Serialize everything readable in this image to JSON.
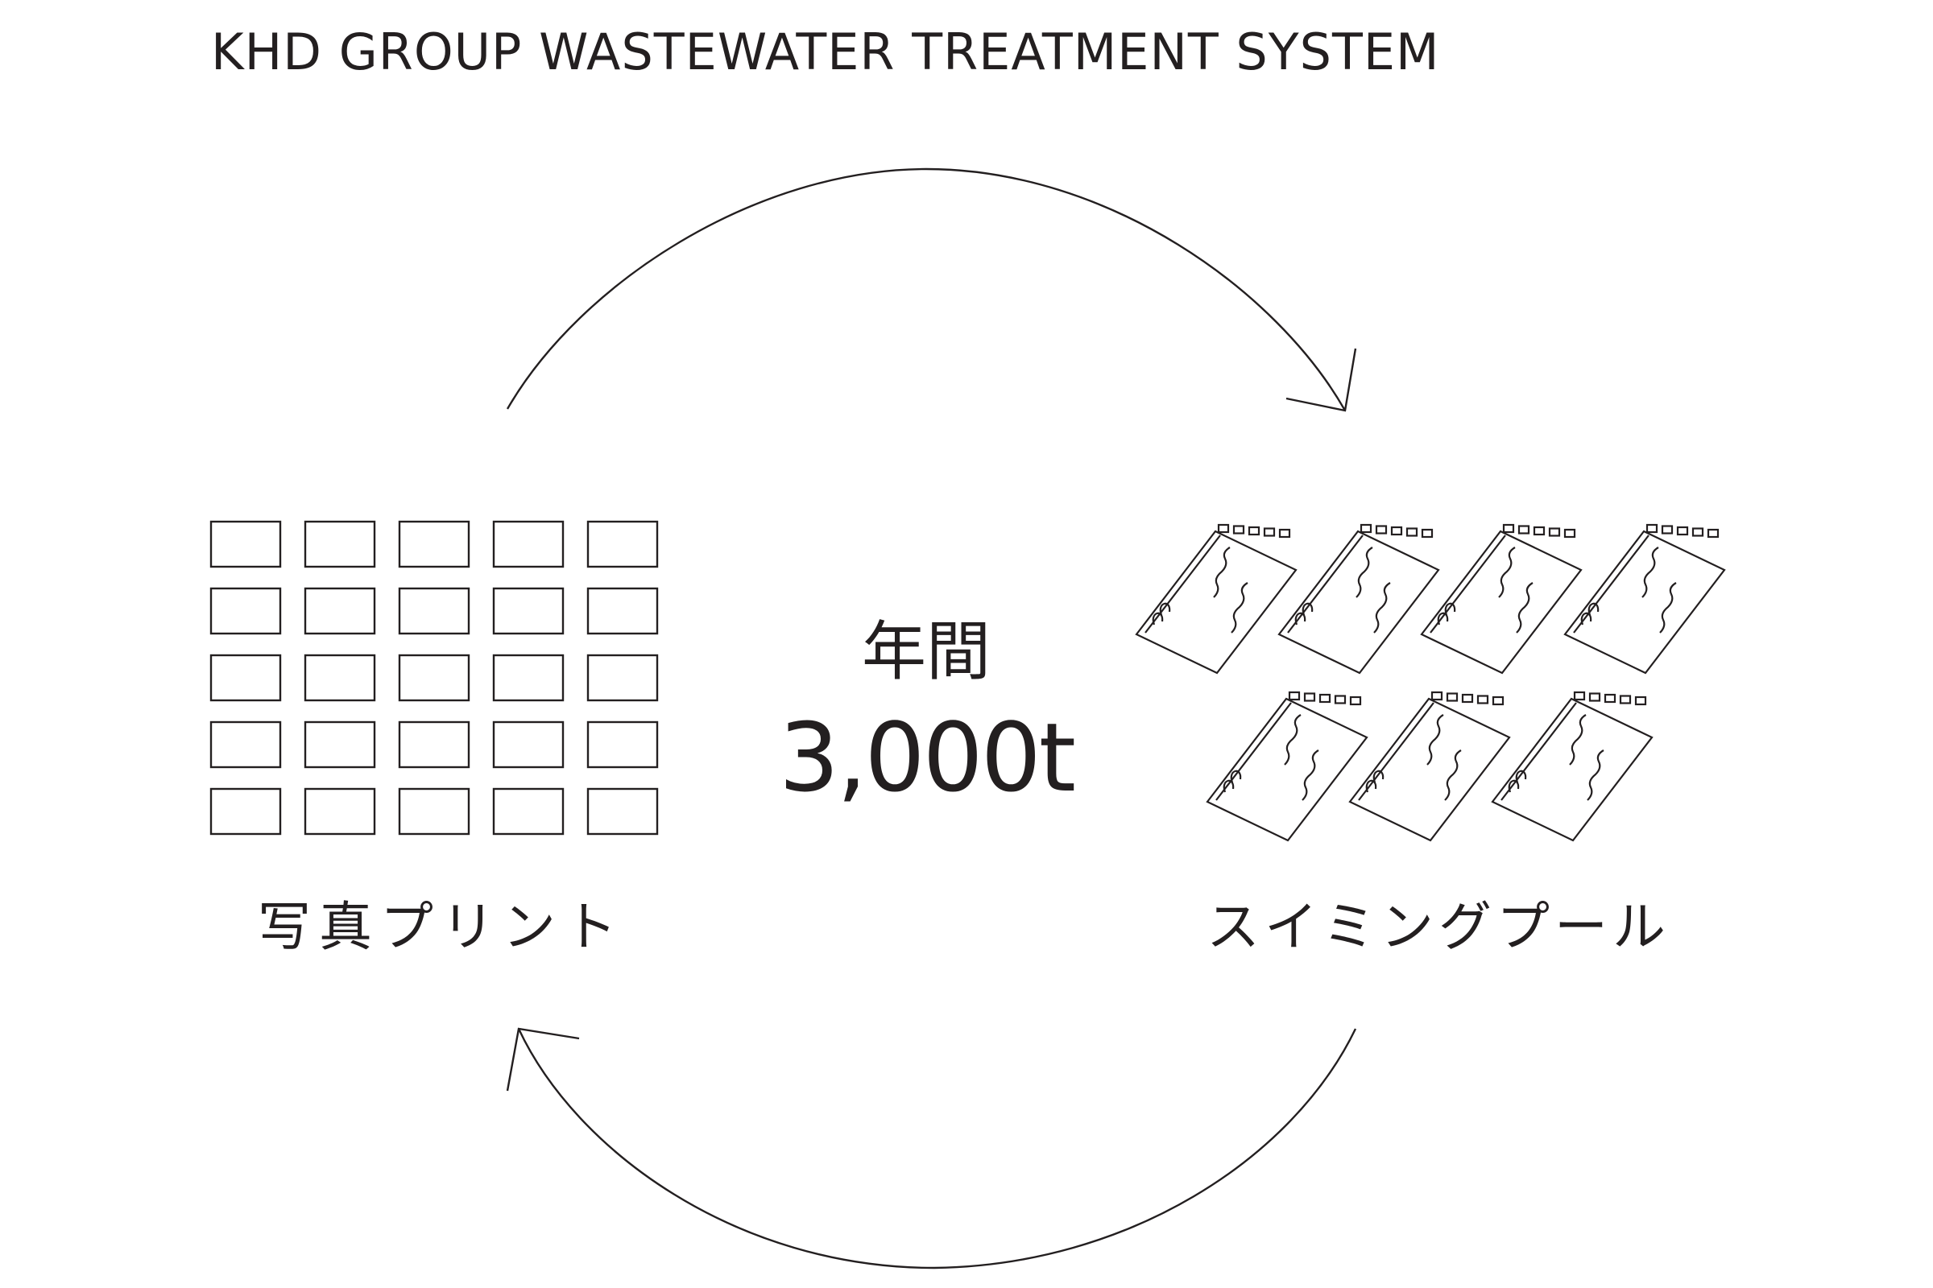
{
  "title": "KHD GROUP WASTEWATER TREATMENT SYSTEM",
  "left_label": "写真プリント",
  "right_label": "スイミングプール",
  "center": {
    "period": "年間",
    "amount": "3,000t"
  },
  "colors": {
    "ink": "#231f20",
    "background": "#ffffff"
  },
  "photo_prints": {
    "rows": 5,
    "cols": 5
  },
  "pools": {
    "count": 7,
    "rows": [
      4,
      3
    ]
  }
}
